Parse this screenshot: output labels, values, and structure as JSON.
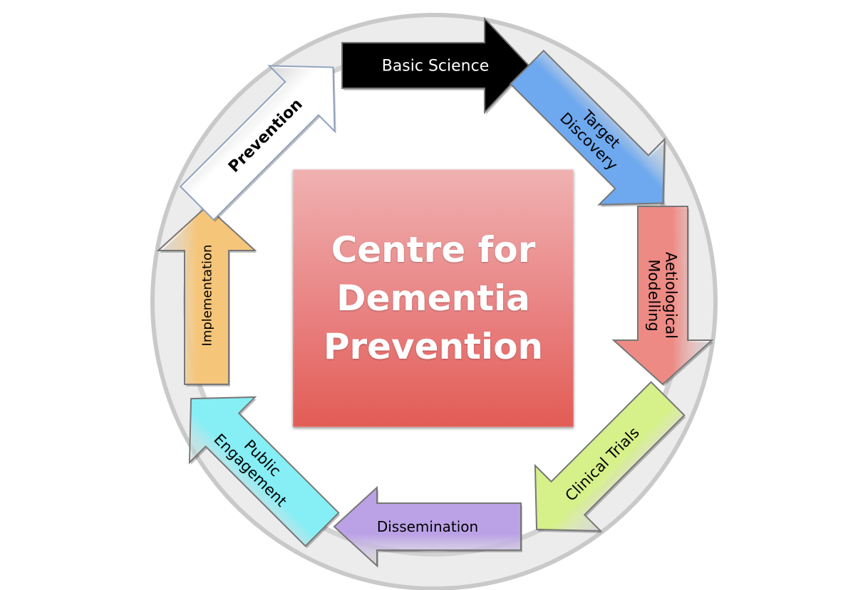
{
  "center": {
    "lines": [
      "Centre for",
      "Dementia",
      "Prevention"
    ],
    "color": "#e56a64"
  },
  "stages": [
    {
      "id": "basic-science",
      "lines": [
        "Basic Science"
      ],
      "color": "#000000",
      "text_color": "#ffffff",
      "bold": false
    },
    {
      "id": "target-discovery",
      "lines": [
        "Target",
        "Discovery"
      ],
      "color": "#6ea8ee",
      "text_color": "#000000",
      "bold": false
    },
    {
      "id": "aetiological-modelling",
      "lines": [
        "Aetiological",
        "Modelling"
      ],
      "color": "#ee8a84",
      "text_color": "#000000",
      "bold": false
    },
    {
      "id": "clinical-trials",
      "lines": [
        "Clinical Trials"
      ],
      "color": "#d6f08a",
      "text_color": "#000000",
      "bold": false
    },
    {
      "id": "dissemination",
      "lines": [
        "Dissemination"
      ],
      "color": "#bba2e6",
      "text_color": "#000000",
      "bold": false
    },
    {
      "id": "public-engagement",
      "lines": [
        "Public",
        "Engagement"
      ],
      "color": "#86eef5",
      "text_color": "#000000",
      "bold": false
    },
    {
      "id": "implementation",
      "lines": [
        "Implementation"
      ],
      "color": "#f5c57a",
      "text_color": "#000000",
      "bold": false
    },
    {
      "id": "prevention",
      "lines": [
        "Prevention"
      ],
      "color": "#ffffff",
      "text_color": "#000000",
      "bold": true
    }
  ]
}
